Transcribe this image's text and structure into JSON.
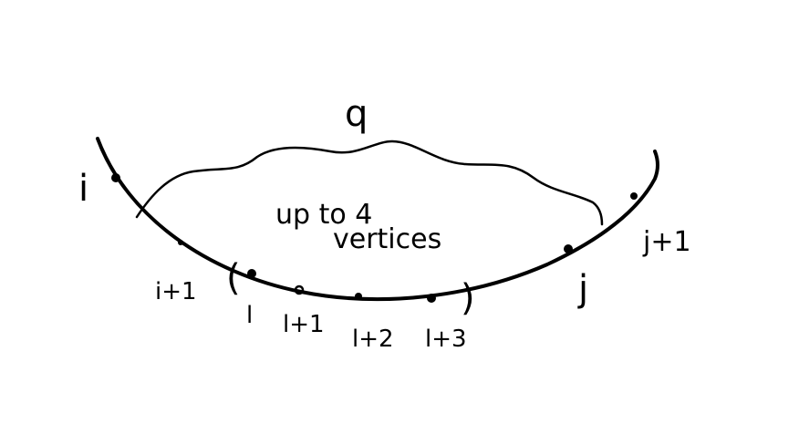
{
  "diagram": {
    "region_label": "q",
    "region_note_line1": "up to 4",
    "region_note_line2": "vertices",
    "vertex_labels": {
      "i": "i",
      "i_plus_1": "i+1",
      "l": "l",
      "l_plus_1": "l+1",
      "l_plus_2": "l+2",
      "l_plus_3": "l+3",
      "j": "j",
      "j_plus_1": "j+1"
    },
    "bracket_open": "(",
    "bracket_close": ")",
    "ink_color": "#000000",
    "background_color": "#ffffff"
  }
}
